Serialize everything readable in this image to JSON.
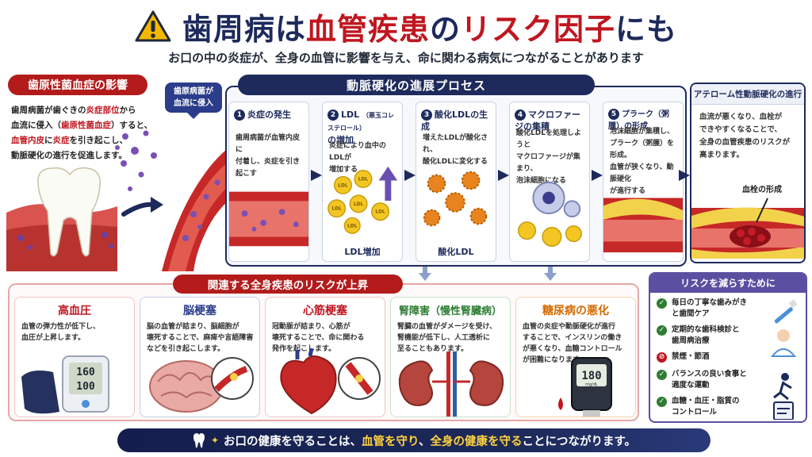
{
  "header": {
    "title_part1": "歯周病は",
    "title_part2": "血管疾患",
    "title_part3": "の",
    "title_part4": "リスク因子",
    "title_part5": "にも",
    "subtitle": "お口の中の炎症が、全身の血管に影響を与え、命に関わる病気につながることがあります"
  },
  "left": {
    "pill": "歯原性菌血症の影響",
    "line1": "歯周病菌が歯ぐきの",
    "line1_hl": "炎症部位",
    "line1_end": "から",
    "line2": "血流に侵入（",
    "line2_hl": "歯原性菌血症",
    "line2_end": "）すると、",
    "line3_hl1": "血管内皮",
    "line3_mid": "に",
    "line3_hl2": "炎症",
    "line3_end": "を引き起こし、",
    "line4": "動脈硬化の進行を促進します。",
    "bubble_line1": "歯原病菌が",
    "bubble_line2": "血流に侵入"
  },
  "process": {
    "title": "動脈硬化の進展プロセス",
    "steps": [
      {
        "num": "1",
        "title": "炎症の発生",
        "text1": "歯周病菌が血管内皮に",
        "text2": "付着し、炎症を引き起こす"
      },
      {
        "num": "2",
        "title": "LDL",
        "title_small": "（悪玉コレステロール）",
        "title2": "の増加",
        "text1": "炎症により血中のLDLが",
        "text2": "増加する",
        "caption": "LDL増加",
        "ldl": "LDL"
      },
      {
        "num": "3",
        "title": "酸化LDLの生成",
        "text1": "増えたLDLが酸化され、",
        "text2": "酸化LDLに変化する",
        "caption": "酸化LDL"
      },
      {
        "num": "4",
        "title": "マクロファージの集積",
        "text1": "酸化LDLを処理しようと",
        "text2": "マクロファージが集まり、",
        "text3": "泡沫細胞になる"
      },
      {
        "num": "5",
        "title": "プラーク（粥腫）の形成",
        "text1": "泡沫細胞が集積し、",
        "text2": "プラーク（粥腫）を形成。",
        "text3": "血管が狭くなり、動脈硬化",
        "text4": "が進行する"
      }
    ]
  },
  "athero": {
    "title": "アテローム性動脈硬化の進行",
    "text1": "血流が悪くなり、血栓が",
    "text2": "できやすくなることで、",
    "text3": "全身の血管疾患のリスクが",
    "text4": "高まります。",
    "label": "血栓の形成"
  },
  "diseases": {
    "title": "関連する全身疾患のリスクが上昇",
    "cards": [
      {
        "title": "高血圧",
        "text1": "血管の弾力性が低下し、",
        "text2": "血圧が上昇します。",
        "reading1": "160",
        "reading2": "100"
      },
      {
        "title": "脳梗塞",
        "text1": "脳の血管が詰まり、脳細胞が",
        "text2": "壊死することで、麻痺や言語障害",
        "text3": "などを引き起こします。"
      },
      {
        "title": "心筋梗塞",
        "text1": "冠動脈が詰まり、心筋が",
        "text2": "壊死することで、命に関わる",
        "text3": "発作を起こします。"
      },
      {
        "title": "腎障害（慢性腎臓病）",
        "text1": "腎臓の血管がダメージを受け、",
        "text2": "腎機能が低下し、人工透析に",
        "text3": "至ることもあります。"
      },
      {
        "title": "糖尿病の悪化",
        "text1": "血管の炎症や動脈硬化が進行",
        "text2": "することで、インスリンの働き",
        "text3": "が悪くなり、血糖コントロール",
        "text4": "が困難になります。",
        "reading": "180",
        "unit": "mg/dL"
      }
    ],
    "colors": [
      "#c0161f",
      "#2b3d8a",
      "#c0161f",
      "#2e7d32",
      "#e07b00"
    ]
  },
  "risk": {
    "title": "リスクを減らすために",
    "items": [
      {
        "line1": "毎日の丁寧な歯みがき",
        "line2": "と歯間ケア"
      },
      {
        "line1": "定期的な歯科検診と",
        "line2": "歯周病治療"
      },
      {
        "line1": "禁煙・節酒",
        "line2": ""
      },
      {
        "line1": "バランスの良い食事と",
        "line2": "適度な運動"
      },
      {
        "line1": "血糖・血圧・脂質の",
        "line2": "コントロール"
      }
    ]
  },
  "footer": {
    "part1": "お口の健康を守ることは、",
    "part2": "血管を守り",
    "part3": "、",
    "part4": "全身の健康を守る",
    "part5": "ことにつながります。"
  }
}
